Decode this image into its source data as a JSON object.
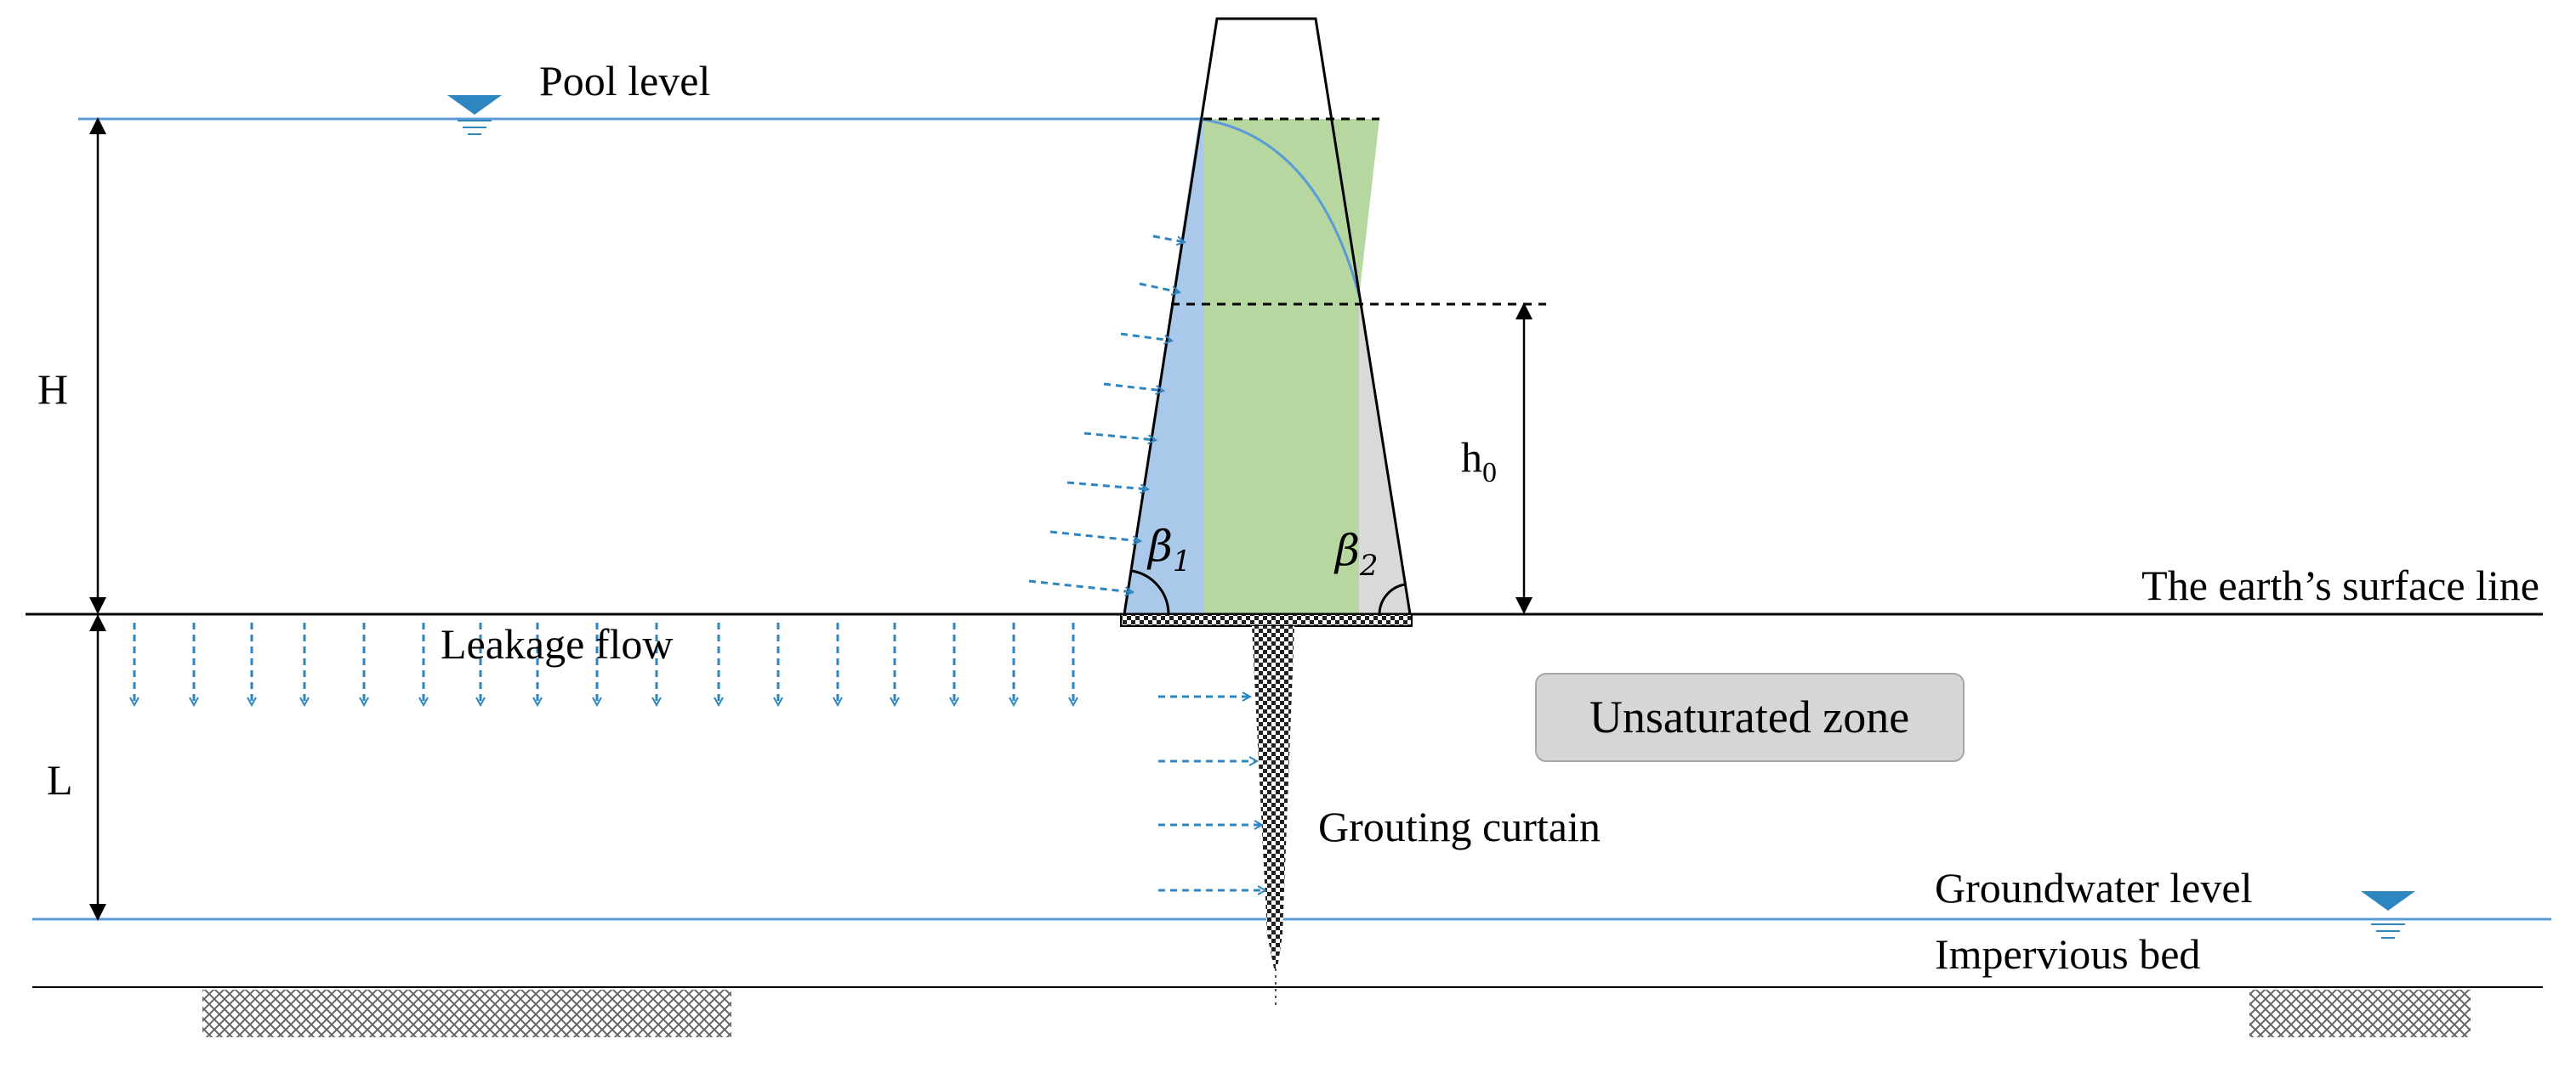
{
  "labels": {
    "pool_level": "Pool level",
    "H": "H",
    "h0_main": "h",
    "h0_sub": "0",
    "L": "L",
    "earth_surface": "The earth’s surface line",
    "leakage_flow": "Leakage flow",
    "unsaturated_zone": "Unsaturated zone",
    "grouting_curtain": "Grouting curtain",
    "groundwater_level": "Groundwater level",
    "impervious_bed": "Impervious bed",
    "beta1_main": "β",
    "beta1_sub": "1",
    "beta2_main": "β",
    "beta2_sub": "2"
  },
  "colors": {
    "water_line": "#5b9bd5",
    "arrow": "#2e86c1",
    "upstream_zone": "#a9c8ea",
    "core_zone": "#b6d7a0",
    "downstream_zone": "#d9d9d9",
    "zone_box_fill": "#d6d6d6",
    "zone_box_stroke": "#a6a6a6",
    "outline": "#000000"
  }
}
